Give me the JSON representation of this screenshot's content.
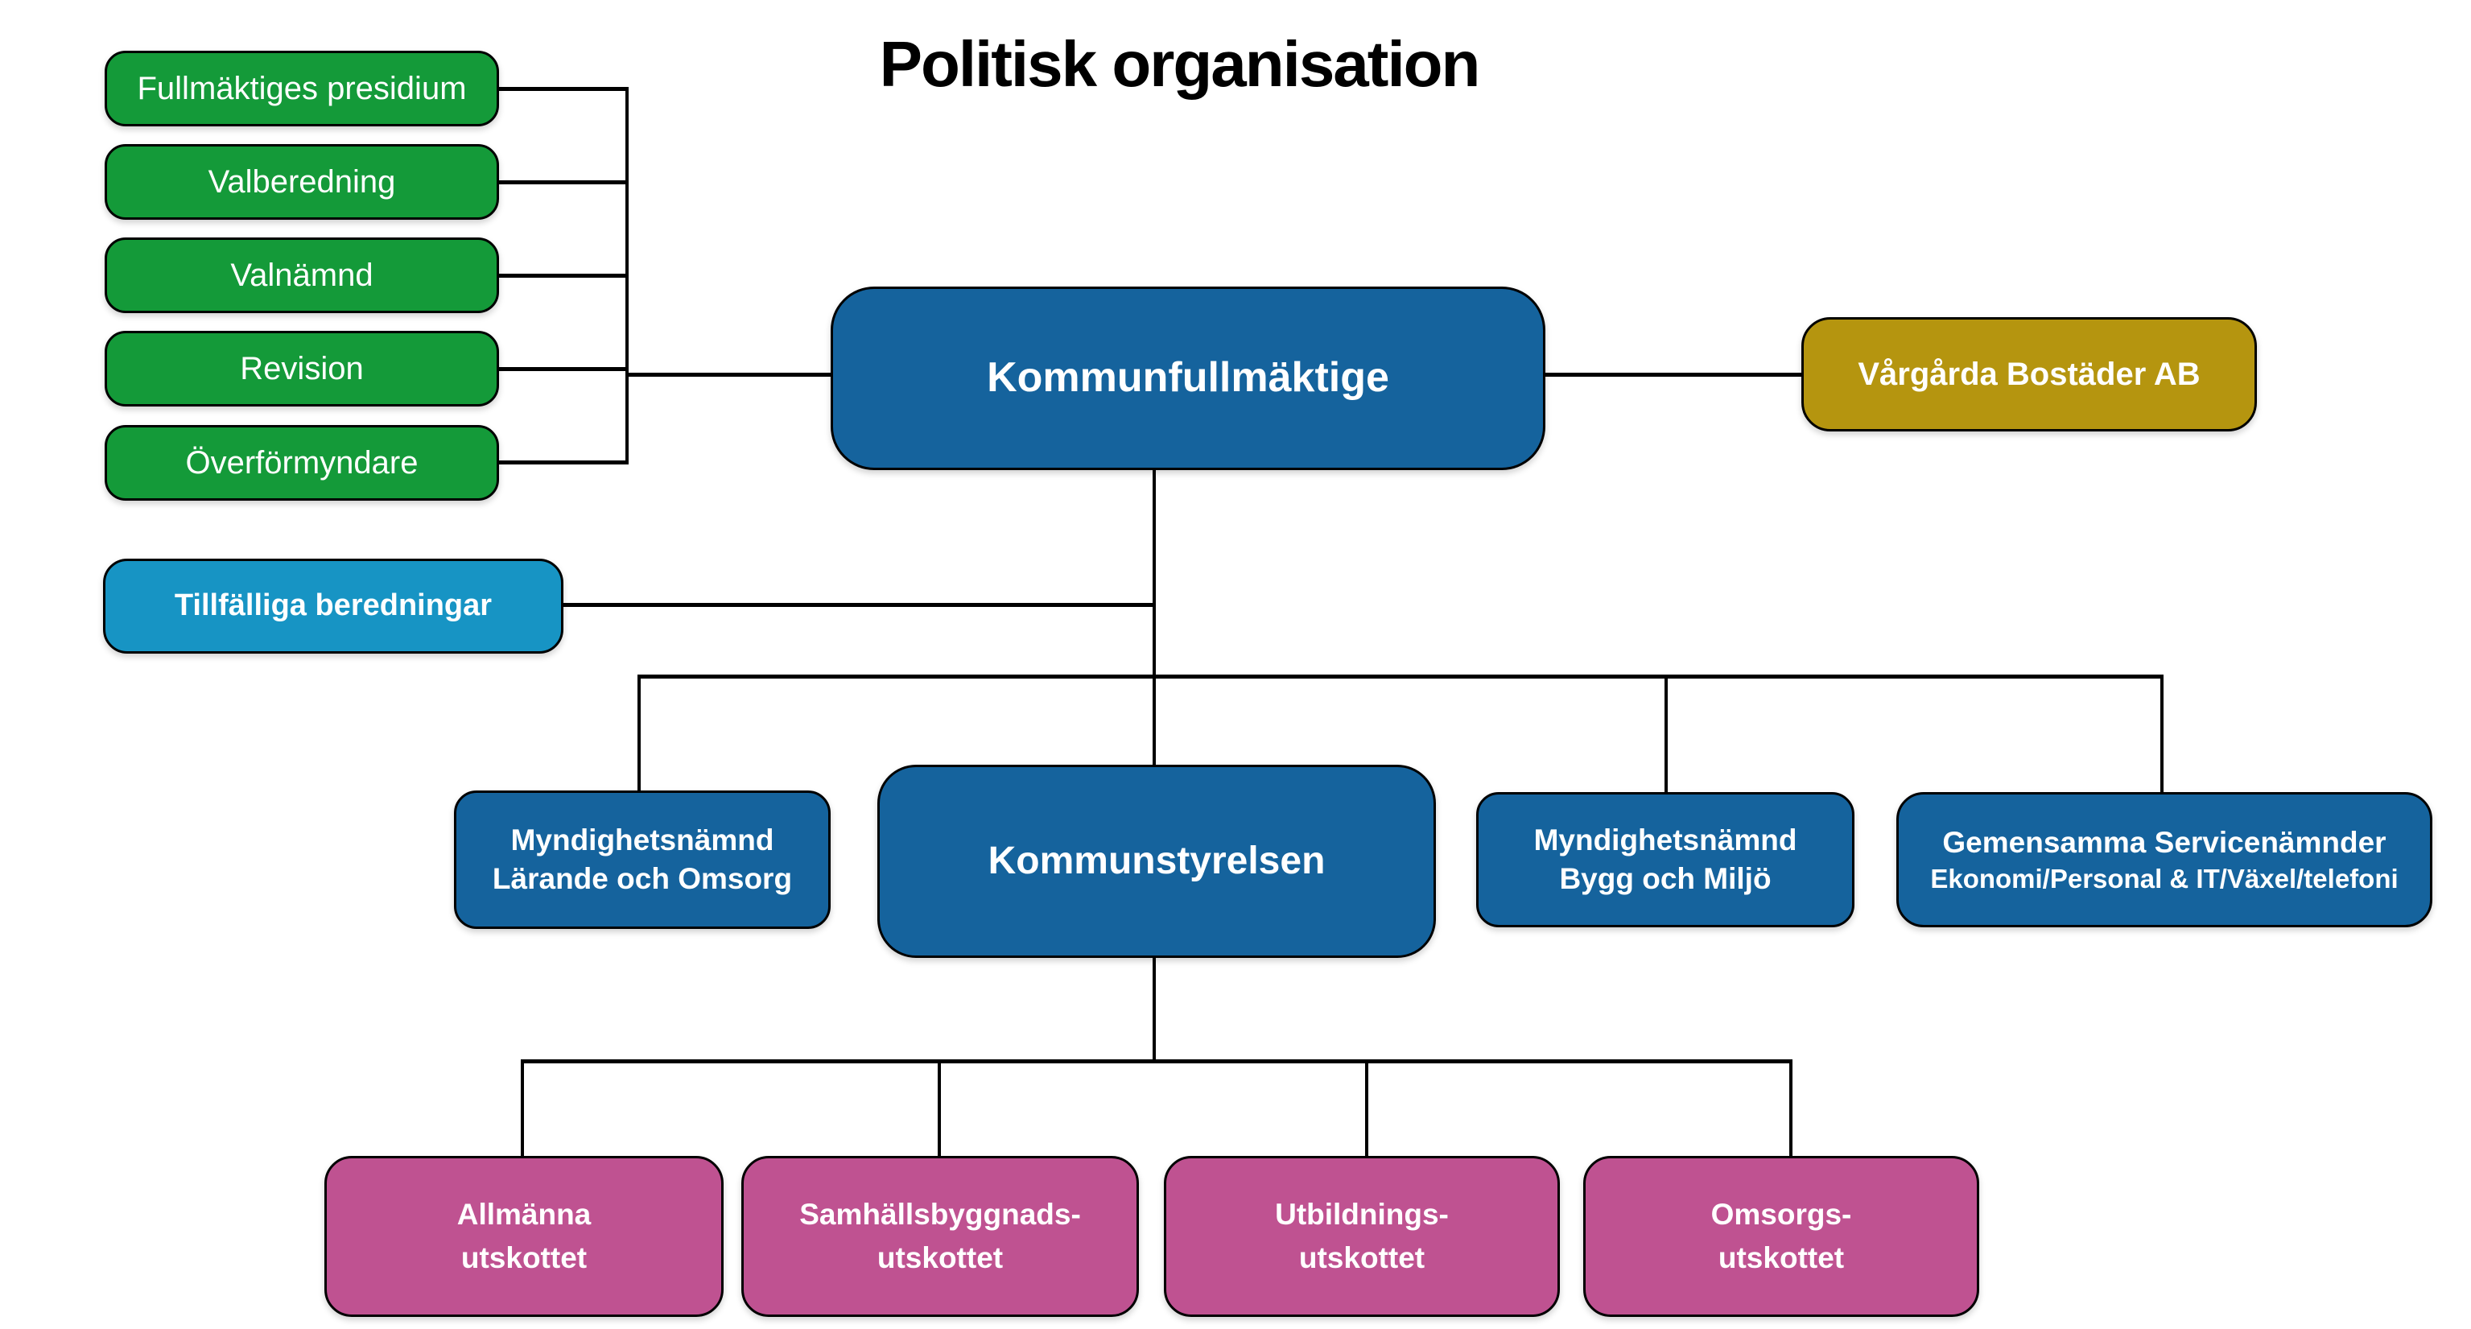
{
  "title": "Politisk organisation",
  "colors": {
    "green": "#149a39",
    "blue": "#15639d",
    "cyan": "#1794c4",
    "gold": "#b5950f",
    "pink": "#bf5291",
    "line": "#000000",
    "box_text": "#ffffff",
    "title_text": "#000000",
    "background": "#ffffff"
  },
  "fullmaktige_organs": [
    {
      "label": "Fullmäktiges presidium"
    },
    {
      "label": "Valberedning"
    },
    {
      "label": "Valnämnd"
    },
    {
      "label": "Revision"
    },
    {
      "label": "Överförmyndare"
    }
  ],
  "temporary_committees": {
    "label": "Tillfälliga beredningar"
  },
  "council": {
    "label": "Kommunfullmäktige"
  },
  "municipal_company": {
    "label": "Vårgårda Bostäder AB"
  },
  "executive_board": {
    "label": "Kommunstyrelsen"
  },
  "boards": [
    {
      "line1": "Myndighetsnämnd",
      "line2": "Lärande och Omsorg"
    },
    {
      "line1": "Myndighetsnämnd",
      "line2": "Bygg och Miljö"
    },
    {
      "line1": "Gemensamma Servicenämnder",
      "line2": "Ekonomi/Personal & IT/Växel/telefoni"
    }
  ],
  "committees": [
    {
      "line1": "Allmänna",
      "line2": "utskottet"
    },
    {
      "line1": "Samhällsbyggnads-",
      "line2": "utskottet"
    },
    {
      "line1": "Utbildnings-",
      "line2": "utskottet"
    },
    {
      "line1": "Omsorgs-",
      "line2": "utskottet"
    }
  ]
}
